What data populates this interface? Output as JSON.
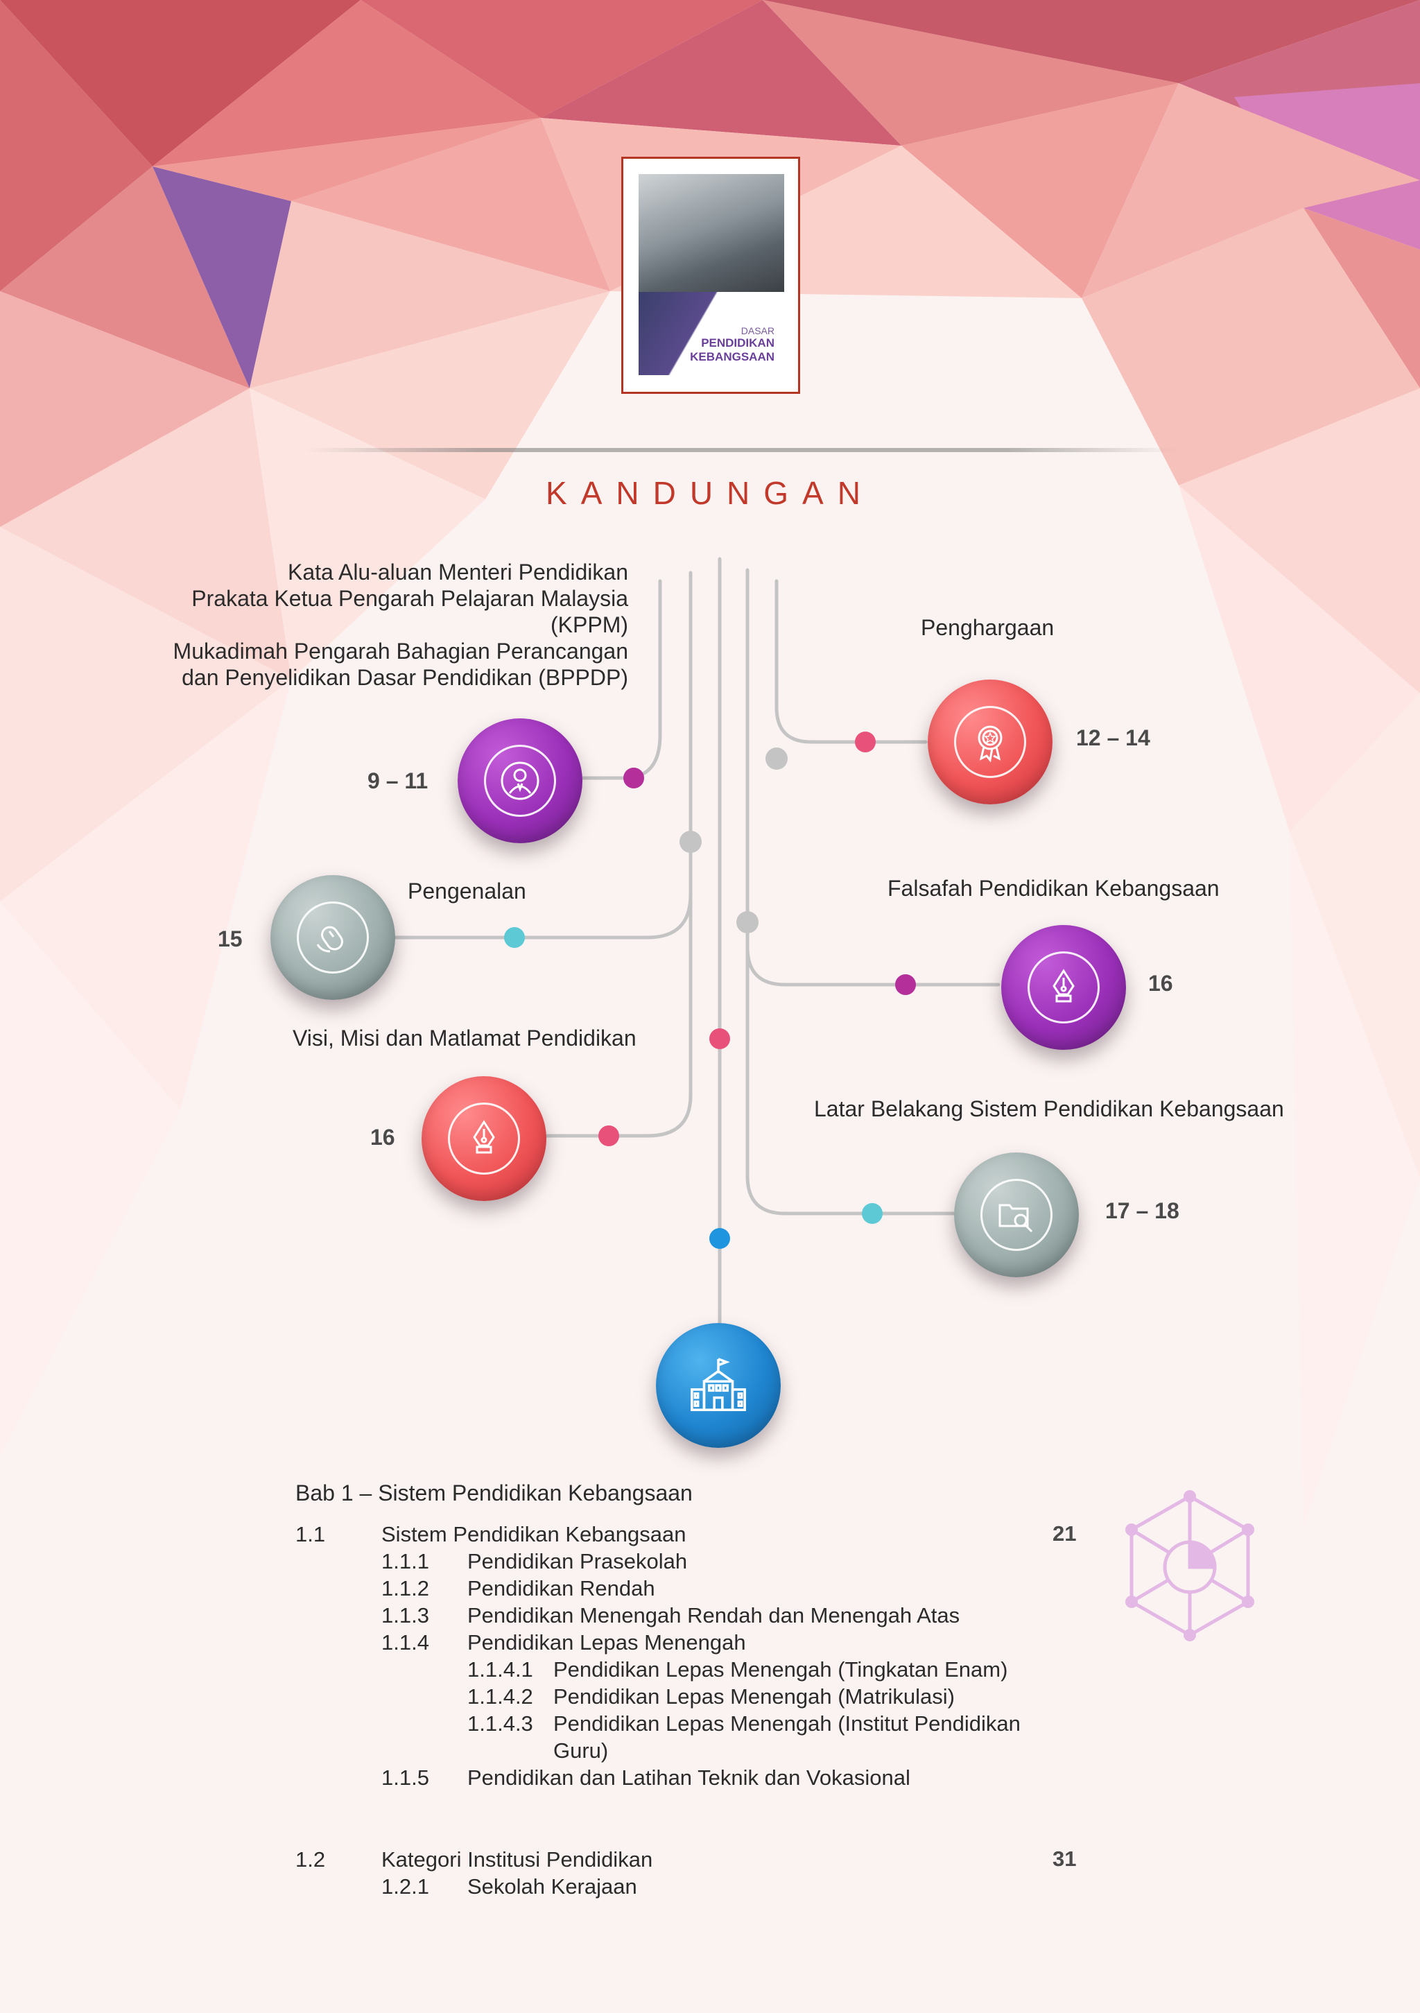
{
  "cover": {
    "title_line1": "DASAR",
    "title_line2": "PENDIDIKAN",
    "title_line3": "KEBANGSAAN"
  },
  "heading": "KANDUNGAN",
  "left_entries": {
    "intro_block": [
      "Kata Alu-aluan Menteri Pendidikan",
      "Prakata Ketua Pengarah Pelajaran Malaysia",
      "(KPPM)",
      "Mukadimah Pengarah Bahagian Perancangan",
      "dan Penyelidikan Dasar Pendidikan (BPPDP)"
    ],
    "intro_pages": "9 – 11",
    "pengenalan": "Pengenalan",
    "pengenalan_page": "15",
    "visi": "Visi, Misi dan Matlamat Pendidikan",
    "visi_page": "16"
  },
  "right_entries": {
    "penghargaan": "Penghargaan",
    "penghargaan_pages": "12 – 14",
    "falsafah": "Falsafah Pendidikan Kebangsaan",
    "falsafah_page": "16",
    "latar": "Latar Belakang Sistem Pendidikan Kebangsaan",
    "latar_pages": "17 – 18"
  },
  "toc": {
    "chapter": "Bab 1 – Sistem Pendidikan Kebangsaan",
    "s1_num": "1.1",
    "s1_title": "Sistem Pendidikan Kebangsaan",
    "s1_page": "21",
    "s111_num": "1.1.1",
    "s111_title": "Pendidikan Prasekolah",
    "s112_num": "1.1.2",
    "s112_title": "Pendidikan Rendah",
    "s113_num": "1.1.3",
    "s113_title": "Pendidikan Menengah Rendah dan Menengah Atas",
    "s114_num": "1.1.4",
    "s114_title": "Pendidikan Lepas Menengah",
    "s1141_num": "1.1.4.1",
    "s1141_title": "Pendidikan Lepas Menengah (Tingkatan Enam)",
    "s1142_num": "1.1.4.2",
    "s1142_title": "Pendidikan Lepas Menengah (Matrikulasi)",
    "s1143_num": "1.1.4.3",
    "s1143_title_l1": "Pendidikan Lepas Menengah (Institut Pendidikan",
    "s1143_title_l2": "Guru)",
    "s115_num": "1.1.5",
    "s115_title": "Pendidikan dan Latihan Teknik dan Vokasional",
    "s2_num": "1.2",
    "s2_title": "Kategori Institusi Pendidikan",
    "s2_page": "31",
    "s121_num": "1.2.1",
    "s121_title": "Sekolah Kerajaan"
  },
  "colors": {
    "heading": "#c0392b",
    "purple": "#9a2fb8",
    "red": "#f05456",
    "grey": "#9eafad",
    "blue": "#1f85d0",
    "teal_dot": "#5cc9d4",
    "pink_dot": "#e8517a",
    "line": "#c4c4c4"
  },
  "icons": [
    "person-icon",
    "award-ribbon-icon",
    "mouse-icon",
    "pen-nib-icon",
    "folder-search-icon",
    "school-building-icon",
    "hexagon-network-icon"
  ]
}
